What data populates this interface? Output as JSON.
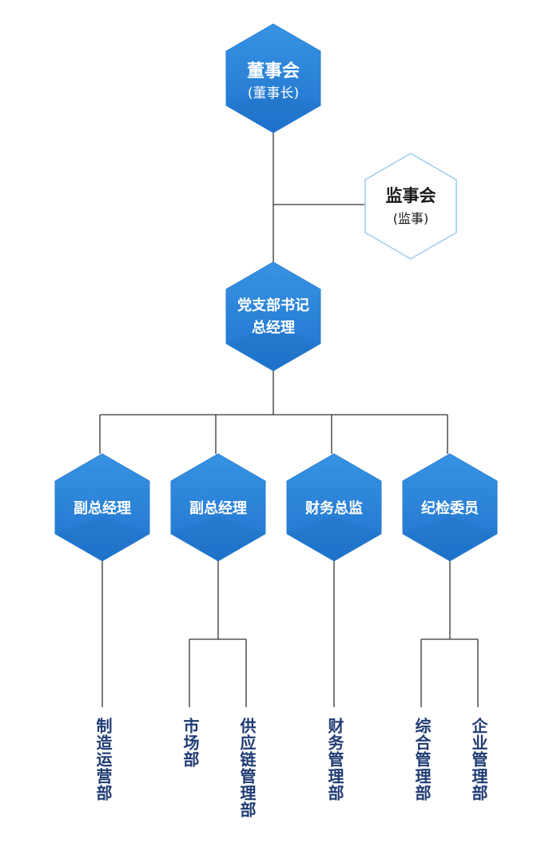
{
  "colors": {
    "hex_fill": "#2d86d9",
    "hex_fill_dark": "#1f6fc2",
    "light_hex_border": "#a9d3ee",
    "line": "#333333",
    "dept_text": "#1f3b73"
  },
  "board": {
    "title": "董事会",
    "subtitle": "(董事长)"
  },
  "supervisory": {
    "title": "监事会",
    "subtitle": "(监事)"
  },
  "secretary": {
    "line1": "党支部书记",
    "line2": "总经理"
  },
  "managers": [
    {
      "label": "副总经理"
    },
    {
      "label": "副总经理"
    },
    {
      "label": "财务总监"
    },
    {
      "label": "纪检委员"
    }
  ],
  "departments": {
    "manufacturing": "制造运营部",
    "market": "市场部",
    "supply_chain": "供应链管理部",
    "finance": "财务管理部",
    "general": "综合管理部",
    "enterprise": "企业管理部"
  }
}
